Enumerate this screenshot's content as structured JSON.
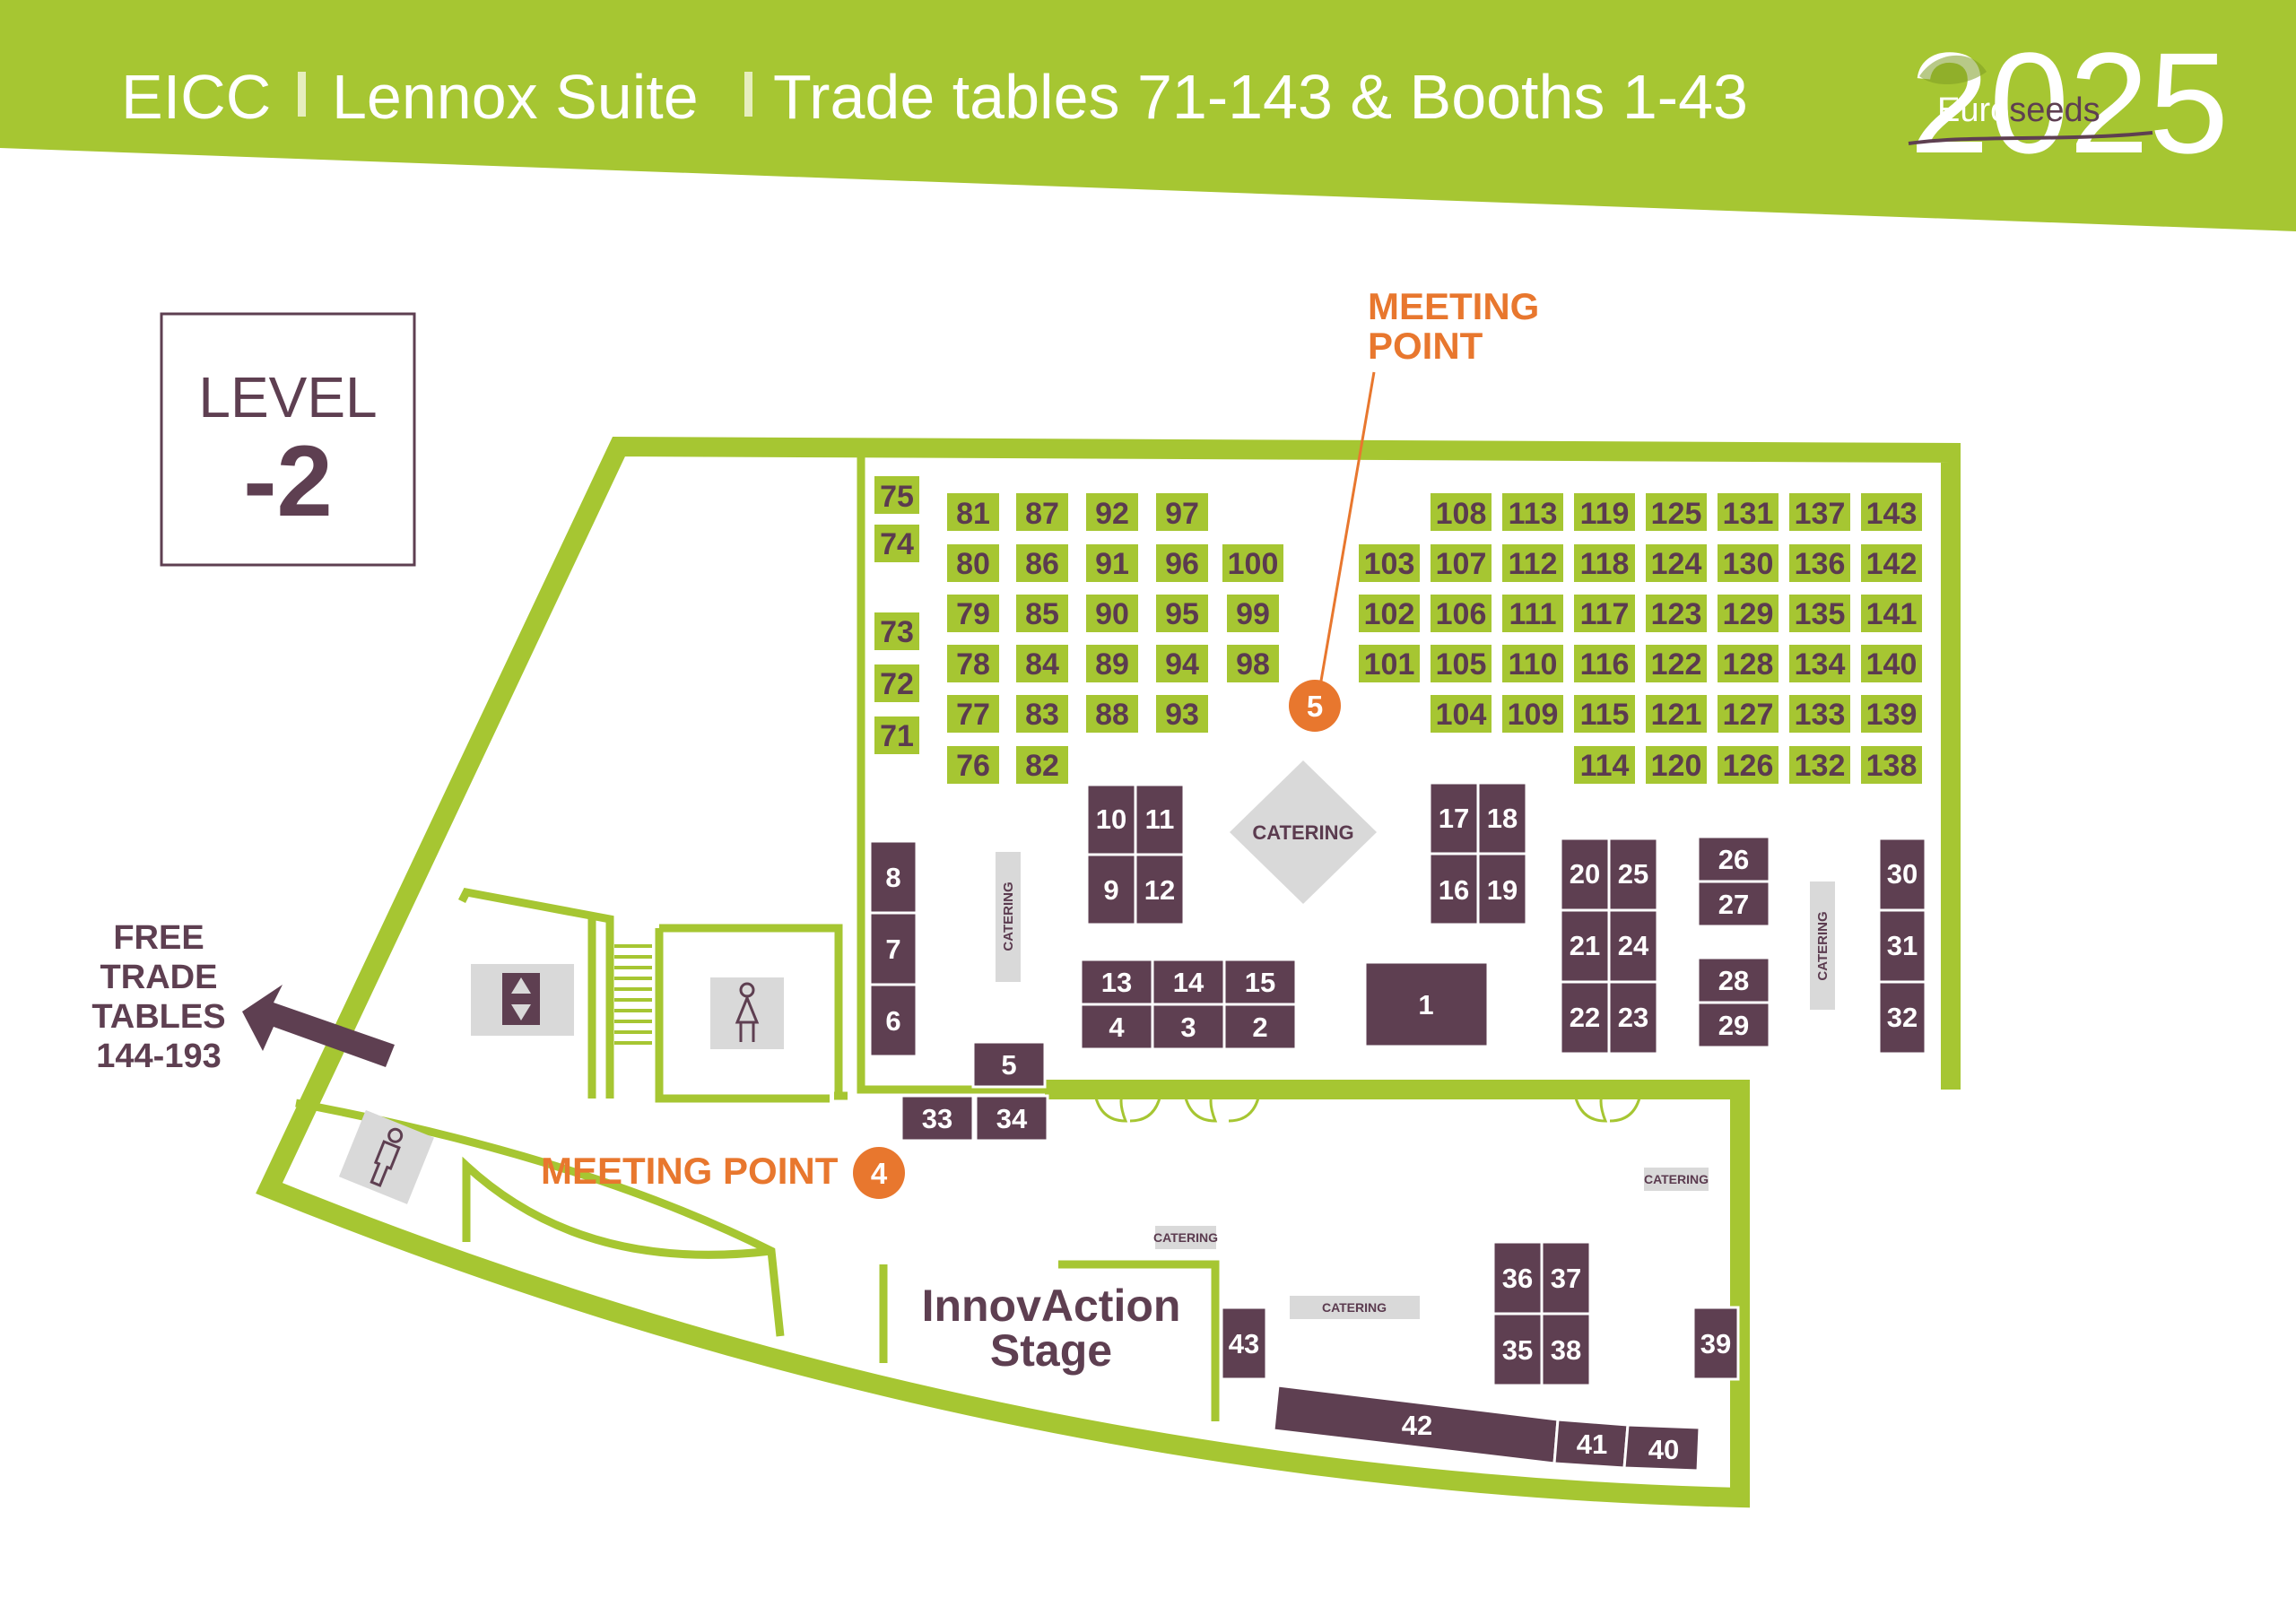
{
  "header": {
    "title_venue": "EICC",
    "title_room": "Lennox Suite",
    "title_detail": "Trade tables 71-143 & Booths 1-43",
    "logo_year": "2025",
    "logo_brand_euro": "Euro",
    "logo_brand_seeds": "seeds",
    "colors": {
      "brand_green": "#a6c632",
      "booth_purple": "#5e3f51",
      "accent_orange": "#e8772e"
    }
  },
  "level": {
    "label": "LEVEL",
    "value": "-2"
  },
  "meeting_points": {
    "top": {
      "label_line1": "MEETING",
      "label_line2": "POINT",
      "number": "5"
    },
    "bottom": {
      "label": "MEETING POINT",
      "number": "4"
    }
  },
  "free_trade": {
    "line1": "FREE",
    "line2": "TRADE",
    "line3": "TABLES",
    "line4": "144-193"
  },
  "stage": {
    "line1": "InnovAction",
    "line2": "Stage"
  },
  "catering": {
    "label": "CATERING"
  },
  "trade_tables": {
    "t71": "71",
    "t72": "72",
    "t73": "73",
    "t74": "74",
    "t75": "75",
    "t76": "76",
    "t77": "77",
    "t78": "78",
    "t79": "79",
    "t80": "80",
    "t81": "81",
    "t82": "82",
    "t83": "83",
    "t84": "84",
    "t85": "85",
    "t86": "86",
    "t87": "87",
    "t88": "88",
    "t89": "89",
    "t90": "90",
    "t91": "91",
    "t92": "92",
    "t93": "93",
    "t94": "94",
    "t95": "95",
    "t96": "96",
    "t97": "97",
    "t98": "98",
    "t99": "99",
    "t100": "100",
    "t101": "101",
    "t102": "102",
    "t103": "103",
    "t104": "104",
    "t105": "105",
    "t106": "106",
    "t107": "107",
    "t108": "108",
    "t109": "109",
    "t110": "110",
    "t111": "111",
    "t112": "112",
    "t113": "113",
    "t114": "114",
    "t115": "115",
    "t116": "116",
    "t117": "117",
    "t118": "118",
    "t119": "119",
    "t120": "120",
    "t121": "121",
    "t122": "122",
    "t123": "123",
    "t124": "124",
    "t125": "125",
    "t126": "126",
    "t127": "127",
    "t128": "128",
    "t129": "129",
    "t130": "130",
    "t131": "131",
    "t132": "132",
    "t133": "133",
    "t134": "134",
    "t135": "135",
    "t136": "136",
    "t137": "137",
    "t138": "138",
    "t139": "139",
    "t140": "140",
    "t141": "141",
    "t142": "142",
    "t143": "143"
  },
  "booths": {
    "b1": "1",
    "b2": "2",
    "b3": "3",
    "b4": "4",
    "b5": "5",
    "b6": "6",
    "b7": "7",
    "b8": "8",
    "b9": "9",
    "b10": "10",
    "b11": "11",
    "b12": "12",
    "b13": "13",
    "b14": "14",
    "b15": "15",
    "b16": "16",
    "b17": "17",
    "b18": "18",
    "b19": "19",
    "b20": "20",
    "b21": "21",
    "b22": "22",
    "b23": "23",
    "b24": "24",
    "b25": "25",
    "b26": "26",
    "b27": "27",
    "b28": "28",
    "b29": "29",
    "b30": "30",
    "b31": "31",
    "b32": "32",
    "b33": "33",
    "b34": "34",
    "b35": "35",
    "b36": "36",
    "b37": "37",
    "b38": "38",
    "b39": "39",
    "b40": "40",
    "b41": "41",
    "b42": "42",
    "b43": "43"
  },
  "icons": {
    "elevator": "elevator-icon",
    "stairs": "stairs-icon",
    "restroom_women": "female-restroom-icon",
    "restroom_men": "male-restroom-icon",
    "exit_arrow": "arrow-left-icon"
  }
}
